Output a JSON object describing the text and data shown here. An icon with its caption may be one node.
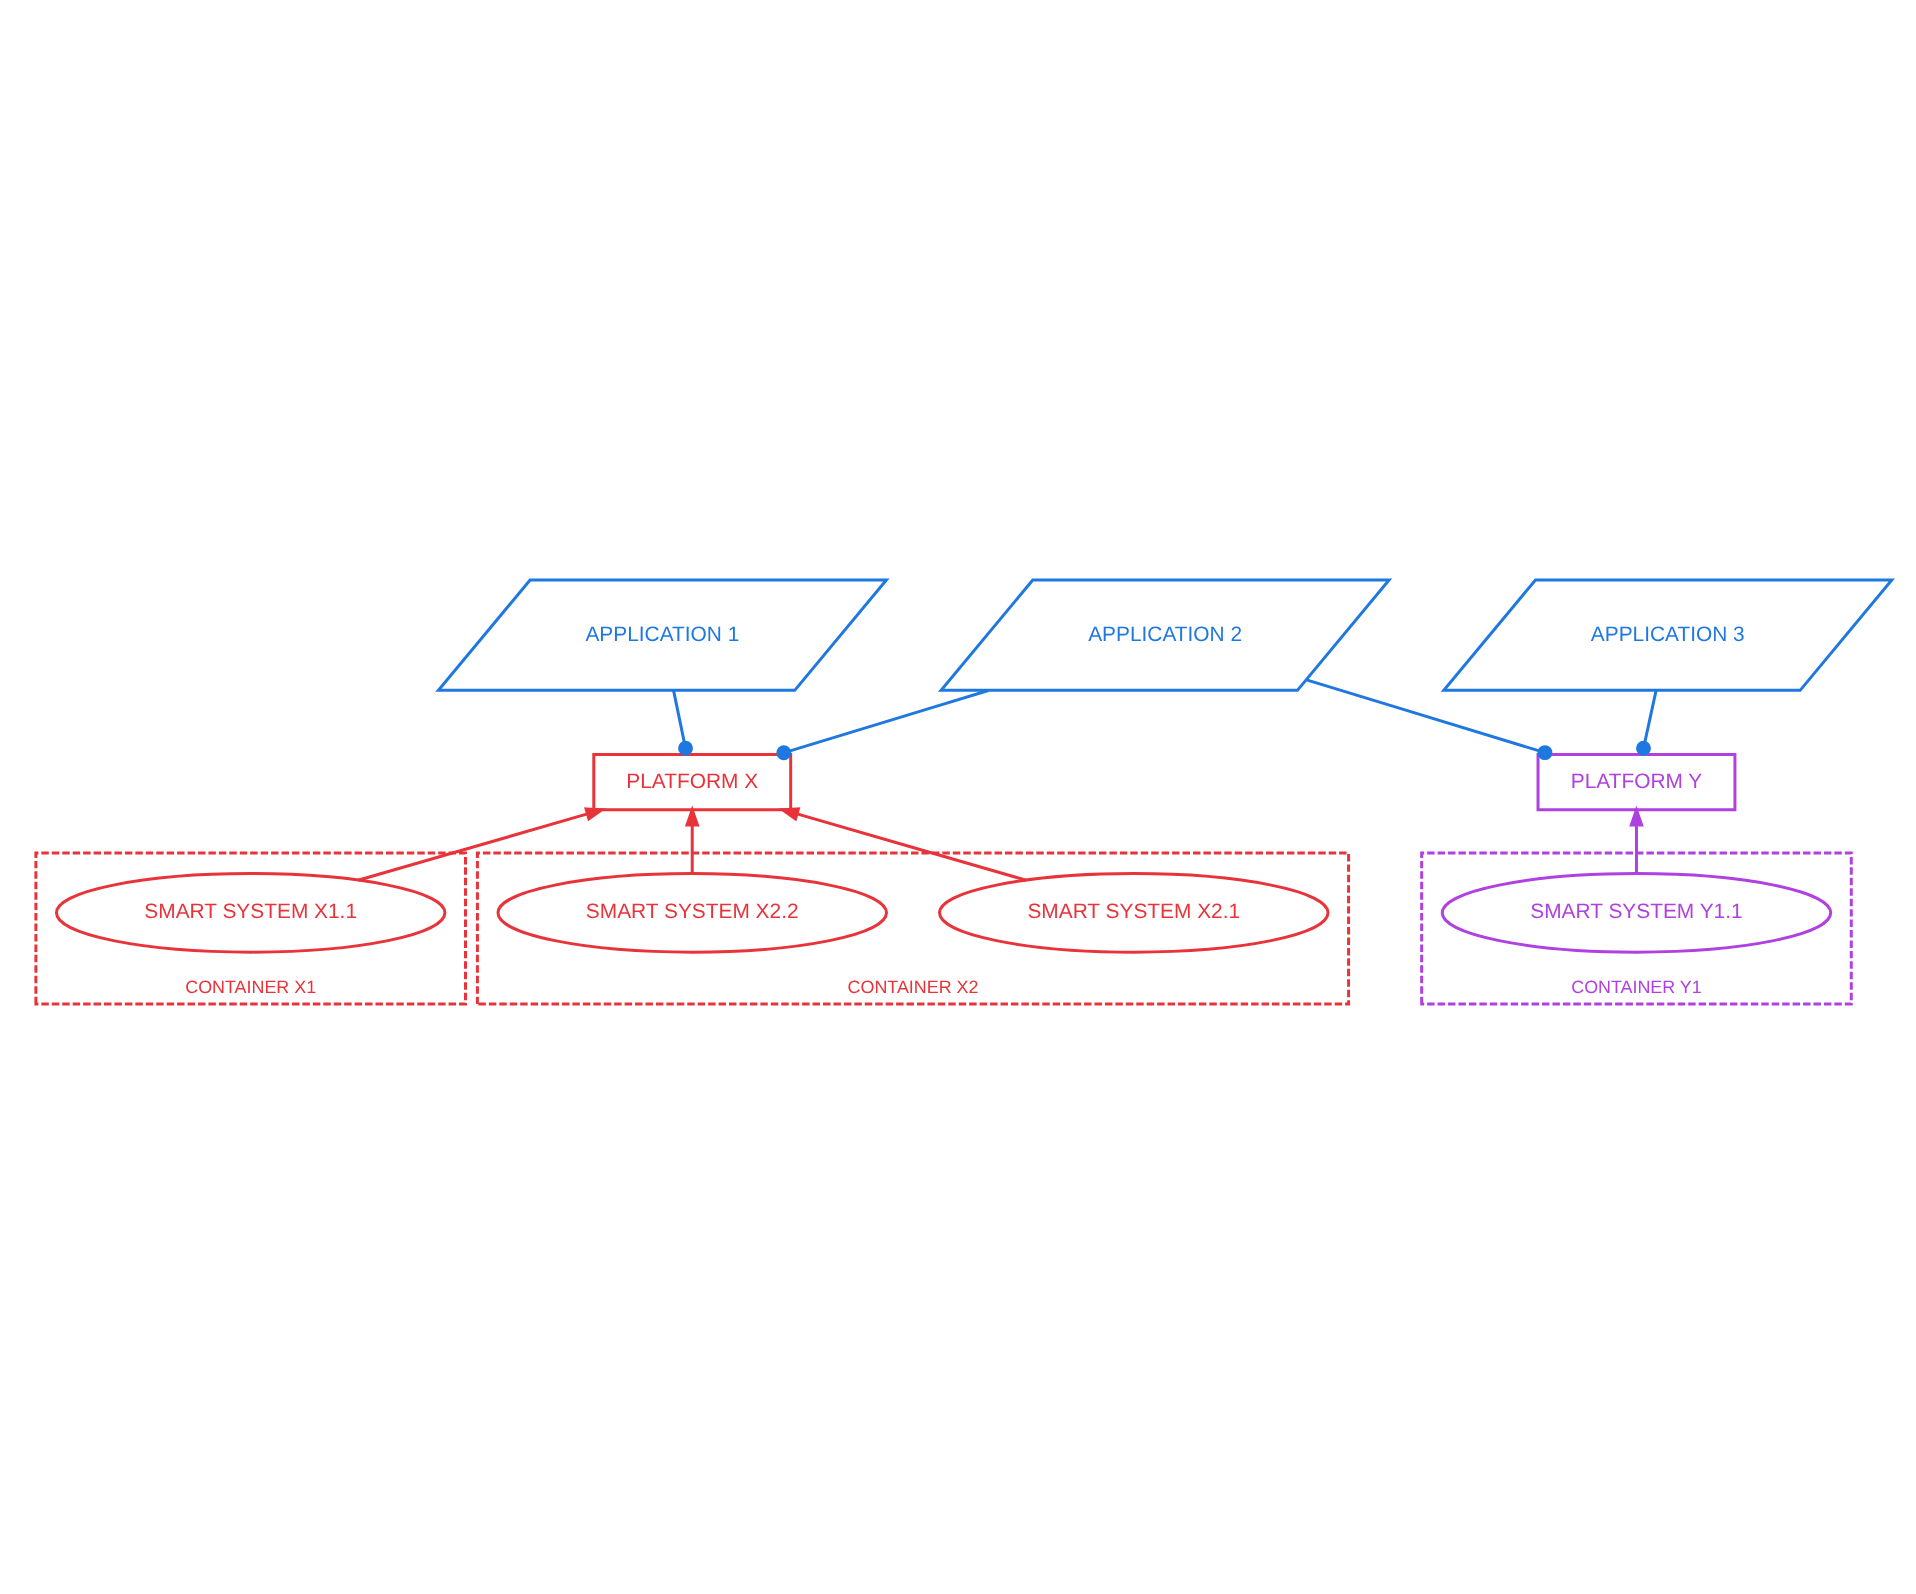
{
  "diagram": {
    "nodes": [
      {
        "text": [
          "APPLICATION 1"
        ]
      },
      {
        "text": [
          "APPLICATION 2"
        ]
      },
      {
        "text": [
          "APPLICATION 3"
        ]
      },
      {
        "text": [
          "PLATFORM X"
        ]
      },
      {
        "text": [
          "PLATFORM Y"
        ]
      },
      {
        "text": [
          "CONTAINER X1"
        ]
      },
      {
        "text": [
          "SMART SYSTEM X1.1"
        ],
        "in": 5
      },
      {
        "text": [
          "CONTAINER X2"
        ]
      },
      {
        "text": [
          "SMART SYSTEM X2.1"
        ],
        "in": 7
      },
      {
        "text": [
          "SMART SYSTEM X2.2"
        ],
        "in": 7
      },
      {
        "text": [
          "CONTAINER Y1"
        ]
      },
      {
        "text": [
          "SMART SYSTEM Y1.1"
        ],
        "in": 10
      }
    ],
    "edges": [
      {
        "from": 0,
        "to": 3,
        "arrow": "other"
      },
      {
        "from": 1,
        "to": 3,
        "arrow": "other"
      },
      {
        "from": 1,
        "to": 4,
        "arrow": "other"
      },
      {
        "from": 2,
        "to": 4,
        "arrow": "other"
      },
      {
        "from": 6,
        "to": 3,
        "arrow": "to",
        "color": "#e8333a"
      },
      {
        "from": 8,
        "to": 3,
        "arrow": "to",
        "color": "#e8333a"
      },
      {
        "from": 9,
        "to": 3,
        "arrow": "to",
        "color": "#e8333a"
      },
      {
        "from": 11,
        "to": 4,
        "arrow": "to",
        "color": "#b040e0"
      }
    ]
  }
}
